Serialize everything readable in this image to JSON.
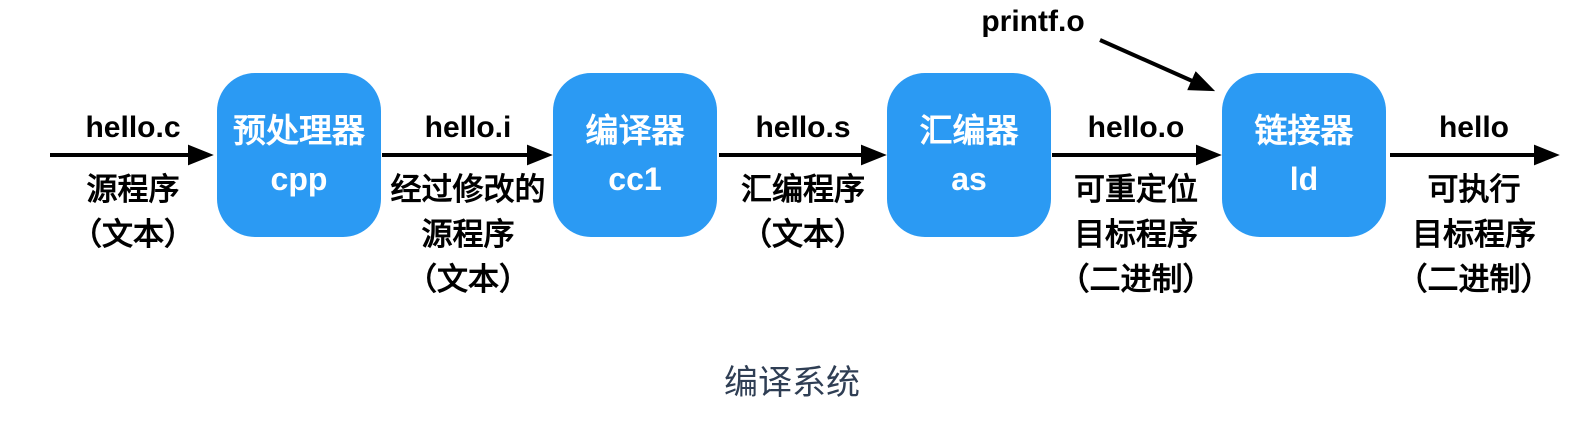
{
  "caption": "编译系统",
  "colors": {
    "box-fill": "#2B9AF3",
    "box-text": "#FFFFFF",
    "arrow": "#000000",
    "label": "#000000",
    "caption": "#2F3E54",
    "background": "#FFFFFF"
  },
  "extra_input": {
    "file": "printf.o"
  },
  "stages": [
    {
      "name": "预处理器",
      "tool": "cpp"
    },
    {
      "name": "编译器",
      "tool": "cc1"
    },
    {
      "name": "汇编器",
      "tool": "as"
    },
    {
      "name": "链接器",
      "tool": "ld"
    }
  ],
  "flows": [
    {
      "file": "hello.c",
      "desc": [
        "源程序",
        "（文本）"
      ]
    },
    {
      "file": "hello.i",
      "desc": [
        "经过修改的",
        "源程序",
        "（文本）"
      ]
    },
    {
      "file": "hello.s",
      "desc": [
        "汇编程序",
        "（文本）"
      ]
    },
    {
      "file": "hello.o",
      "desc": [
        "可重定位",
        "目标程序",
        "（二进制）"
      ]
    },
    {
      "file": "hello",
      "desc": [
        "可执行",
        "目标程序",
        "（二进制）"
      ]
    }
  ]
}
